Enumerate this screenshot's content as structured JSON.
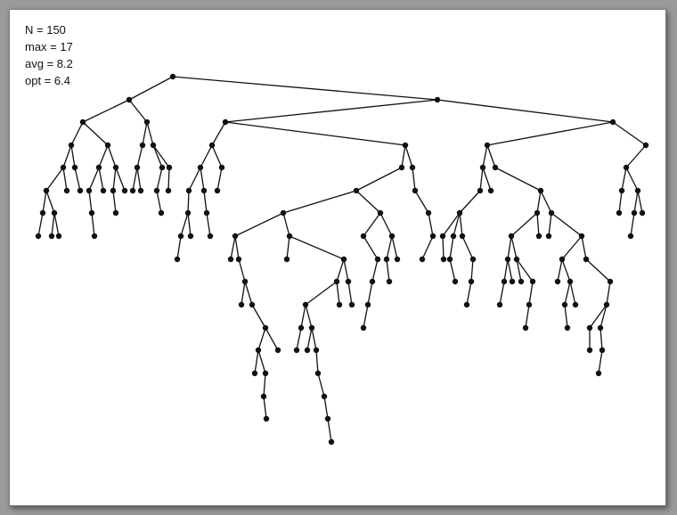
{
  "stats": [
    {
      "label": "N",
      "value": "150"
    },
    {
      "label": "max",
      "value": "17"
    },
    {
      "label": "avg",
      "value": "8.2"
    },
    {
      "label": "opt",
      "value": "6.4"
    }
  ],
  "colors": {
    "node": "#111111",
    "edge": "#111111",
    "background": "#ffffff"
  }
}
